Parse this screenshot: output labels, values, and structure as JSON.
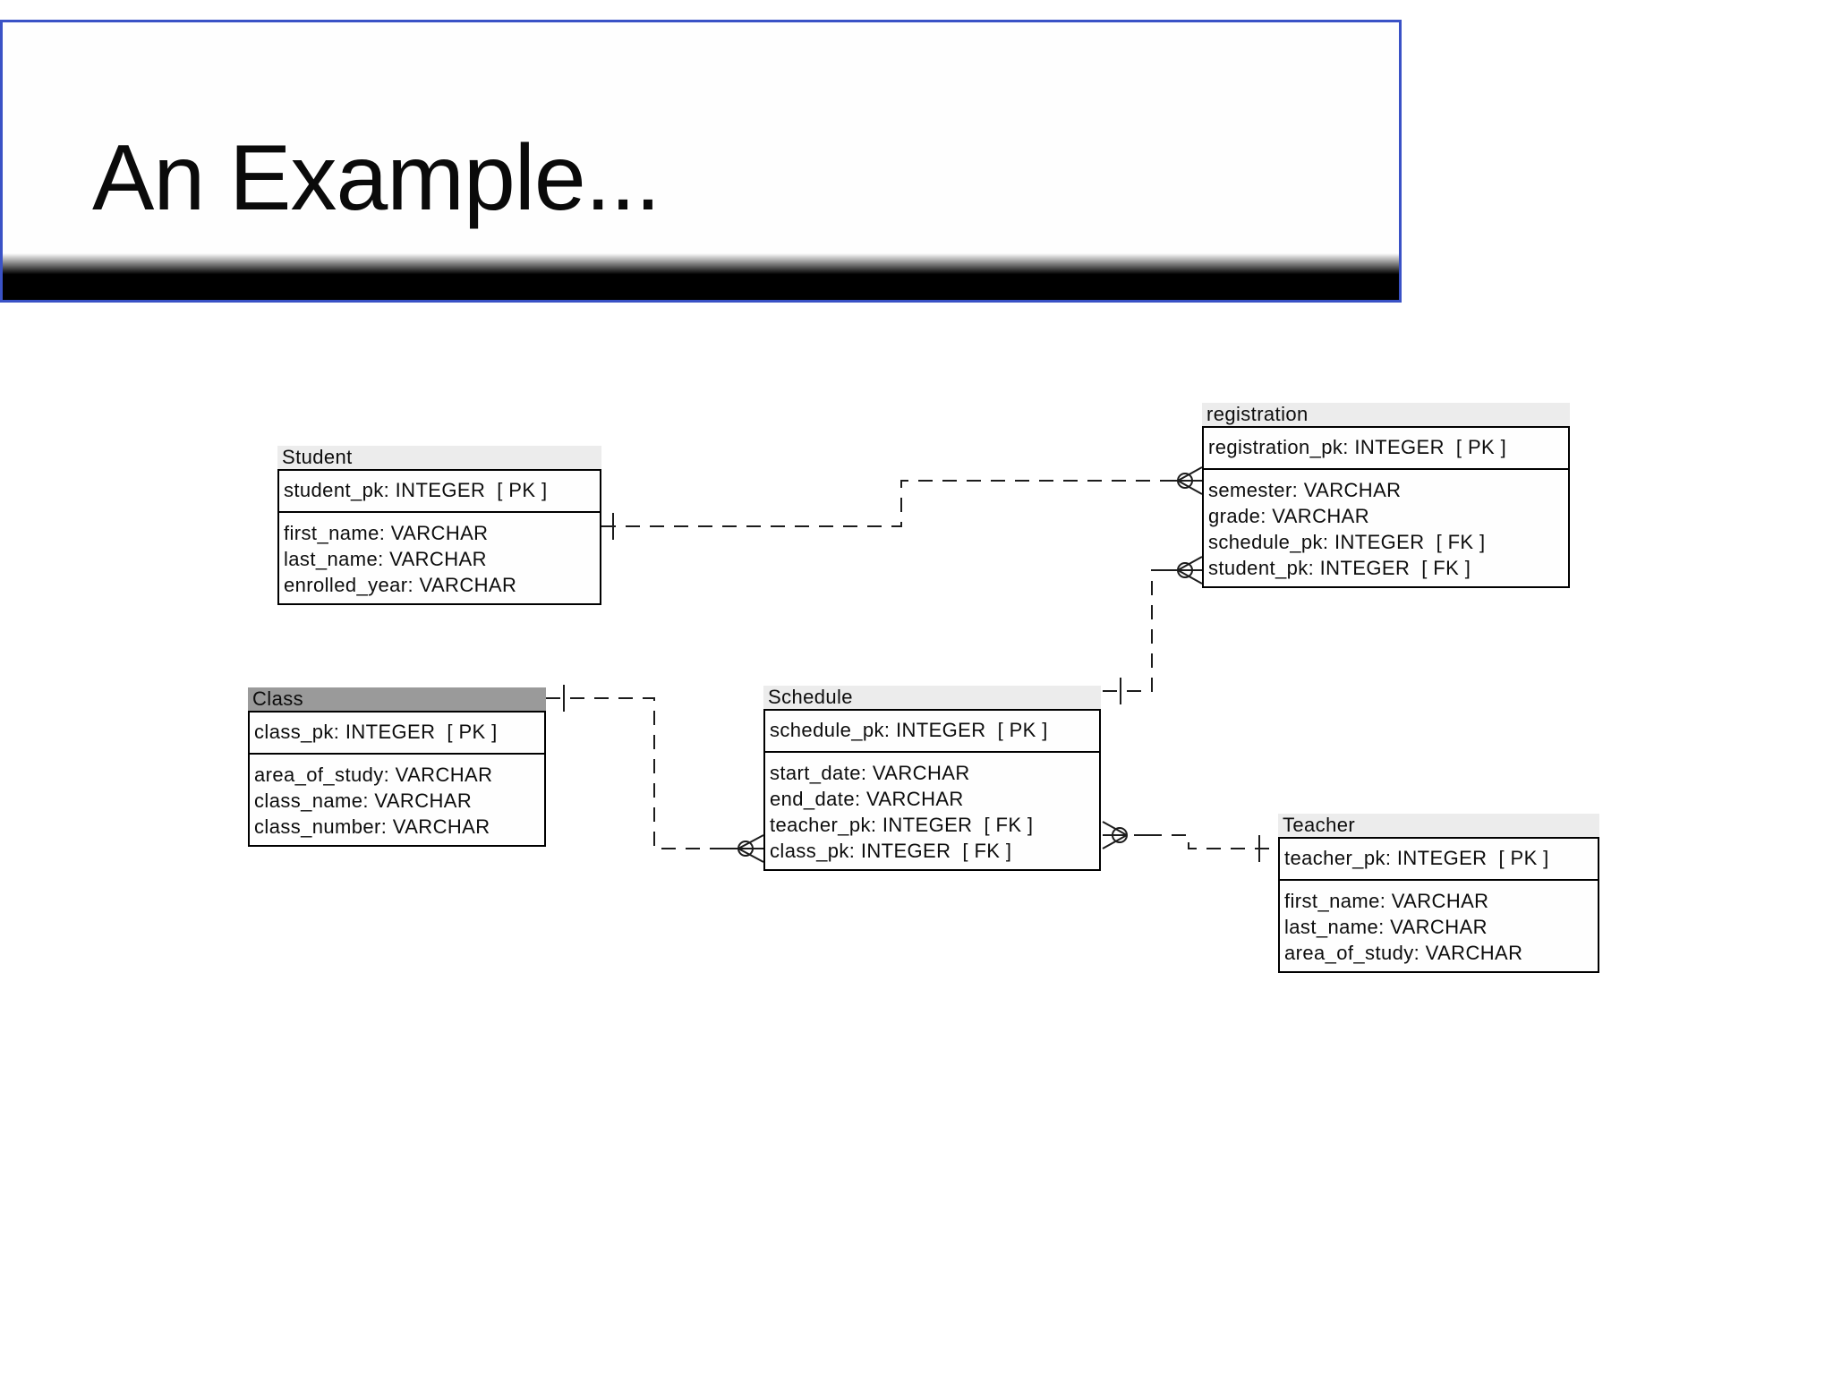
{
  "slide": {
    "title": "An Example..."
  },
  "colors": {
    "accent_blue": "#3a52c6",
    "table_header_gray": "#ececec",
    "highlighted_header_gray": "#9a9a9a",
    "line_black": "#1c1c1c"
  },
  "diagram": {
    "tables": [
      {
        "id": "student",
        "name": "Student",
        "highlighted": false,
        "primary_key": [
          "student_pk: INTEGER  [ PK ]"
        ],
        "attributes": [
          "first_name: VARCHAR",
          "last_name: VARCHAR",
          "enrolled_year: VARCHAR"
        ]
      },
      {
        "id": "registration",
        "name": "registration",
        "highlighted": false,
        "primary_key": [
          "registration_pk: INTEGER  [ PK ]"
        ],
        "attributes": [
          "semester: VARCHAR",
          "grade: VARCHAR",
          "schedule_pk: INTEGER  [ FK ]",
          "student_pk: INTEGER  [ FK ]"
        ]
      },
      {
        "id": "class",
        "name": "Class",
        "highlighted": true,
        "primary_key": [
          "class_pk: INTEGER  [ PK ]"
        ],
        "attributes": [
          "area_of_study: VARCHAR",
          "class_name: VARCHAR",
          "class_number: VARCHAR"
        ]
      },
      {
        "id": "schedule",
        "name": "Schedule",
        "highlighted": false,
        "primary_key": [
          "schedule_pk: INTEGER  [ PK ]"
        ],
        "attributes": [
          "start_date: VARCHAR",
          "end_date: VARCHAR",
          "teacher_pk: INTEGER  [ FK ]",
          "class_pk: INTEGER  [ FK ]"
        ]
      },
      {
        "id": "teacher",
        "name": "Teacher",
        "highlighted": false,
        "primary_key": [
          "teacher_pk: INTEGER  [ PK ]"
        ],
        "attributes": [
          "first_name: VARCHAR",
          "last_name: VARCHAR",
          "area_of_study: VARCHAR"
        ]
      }
    ],
    "relationships": [
      {
        "from": "Student",
        "to": "registration",
        "from_cardinality": "one",
        "to_cardinality": "zero-or-many",
        "foreign_key": "student_pk"
      },
      {
        "from": "Schedule",
        "to": "registration",
        "from_cardinality": "one",
        "to_cardinality": "zero-or-many",
        "foreign_key": "schedule_pk"
      },
      {
        "from": "Class",
        "to": "Schedule",
        "from_cardinality": "one",
        "to_cardinality": "zero-or-many",
        "foreign_key": "class_pk"
      },
      {
        "from": "Teacher",
        "to": "Schedule",
        "from_cardinality": "one",
        "to_cardinality": "zero-or-many",
        "foreign_key": "teacher_pk"
      }
    ]
  }
}
